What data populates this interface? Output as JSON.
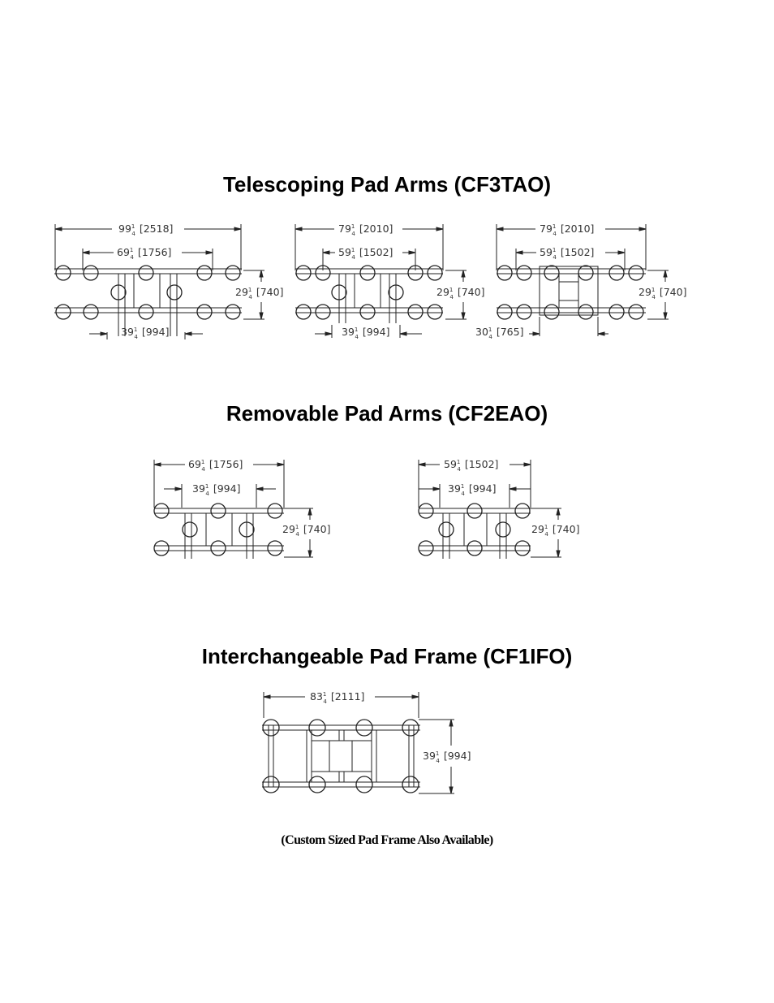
{
  "sections": {
    "telescoping": {
      "title": "Telescoping Pad Arms (CF3TAO)",
      "drawings": [
        {
          "overall_whole": "99",
          "overall_metric": "[2518]",
          "inner_whole": "69",
          "inner_metric": "[1756]",
          "height_whole": "29",
          "height_metric": "[740]",
          "bottom_whole": "39",
          "bottom_metric": "[994]"
        },
        {
          "overall_whole": "79",
          "overall_metric": "[2010]",
          "inner_whole": "59",
          "inner_metric": "[1502]",
          "height_whole": "29",
          "height_metric": "[740]",
          "bottom_whole": "39",
          "bottom_metric": "[994]"
        },
        {
          "overall_whole": "79",
          "overall_metric": "[2010]",
          "inner_whole": "59",
          "inner_metric": "[1502]",
          "height_whole": "29",
          "height_metric": "[740]",
          "bottom_whole": "30",
          "bottom_metric": "[765]"
        }
      ]
    },
    "removable": {
      "title": "Removable Pad Arms (CF2EAO)",
      "drawings": [
        {
          "overall_whole": "69",
          "overall_metric": "[1756]",
          "inner_whole": "39",
          "inner_metric": "[994]",
          "height_whole": "29",
          "height_metric": "[740]"
        },
        {
          "overall_whole": "59",
          "overall_metric": "[1502]",
          "inner_whole": "39",
          "inner_metric": "[994]",
          "height_whole": "29",
          "height_metric": "[740]"
        }
      ]
    },
    "interchangeable": {
      "title": "Interchangeable Pad Frame (CF1IFO)",
      "drawing": {
        "overall_whole": "83",
        "overall_metric": "[2111]",
        "height_whole": "39",
        "height_metric": "[994]"
      },
      "note": "(Custom Sized Pad Frame Also Available)"
    }
  },
  "fraction": {
    "numerator": "1",
    "denominator": "4"
  }
}
